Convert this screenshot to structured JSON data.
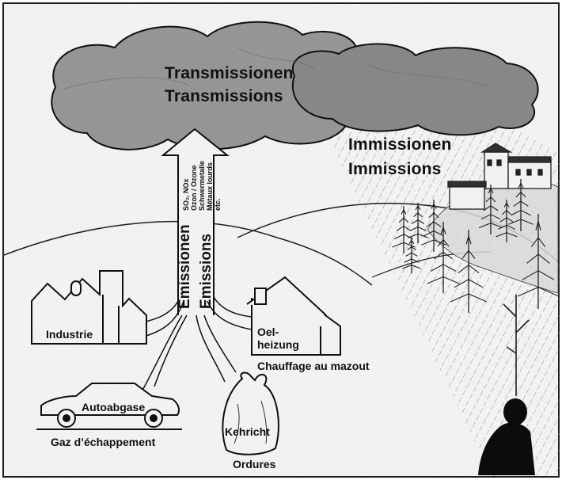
{
  "labels": {
    "transmissionen": "Transmissionen",
    "transmissions": "Transmissions",
    "immissionen": "Immissionen",
    "immissions": "Immissions",
    "emissionen": "Emissionen",
    "emissions": "Emissions",
    "industrie": "Industrie",
    "oel": "Oel-",
    "heizung": "heizung",
    "chauffage": "Chauffage au mazout",
    "autoabgase": "Autoabgase",
    "gaz": "Gaz d’échappement",
    "kehricht": "Kehricht",
    "ordures": "Ordures"
  },
  "pollutants": [
    "SO₂, NOx",
    "Ozon / Ozone",
    "Schwermetalle",
    "Métaux lourds",
    "etc."
  ],
  "colors": {
    "cloud": "#9a9a9a",
    "ink": "#111111",
    "rain": "#bdbdbd",
    "paper": "#ffffff"
  },
  "icons": [
    "cloud",
    "arrow-up",
    "factory",
    "house",
    "car",
    "garbage-bag",
    "castle",
    "fir-tree",
    "person"
  ]
}
